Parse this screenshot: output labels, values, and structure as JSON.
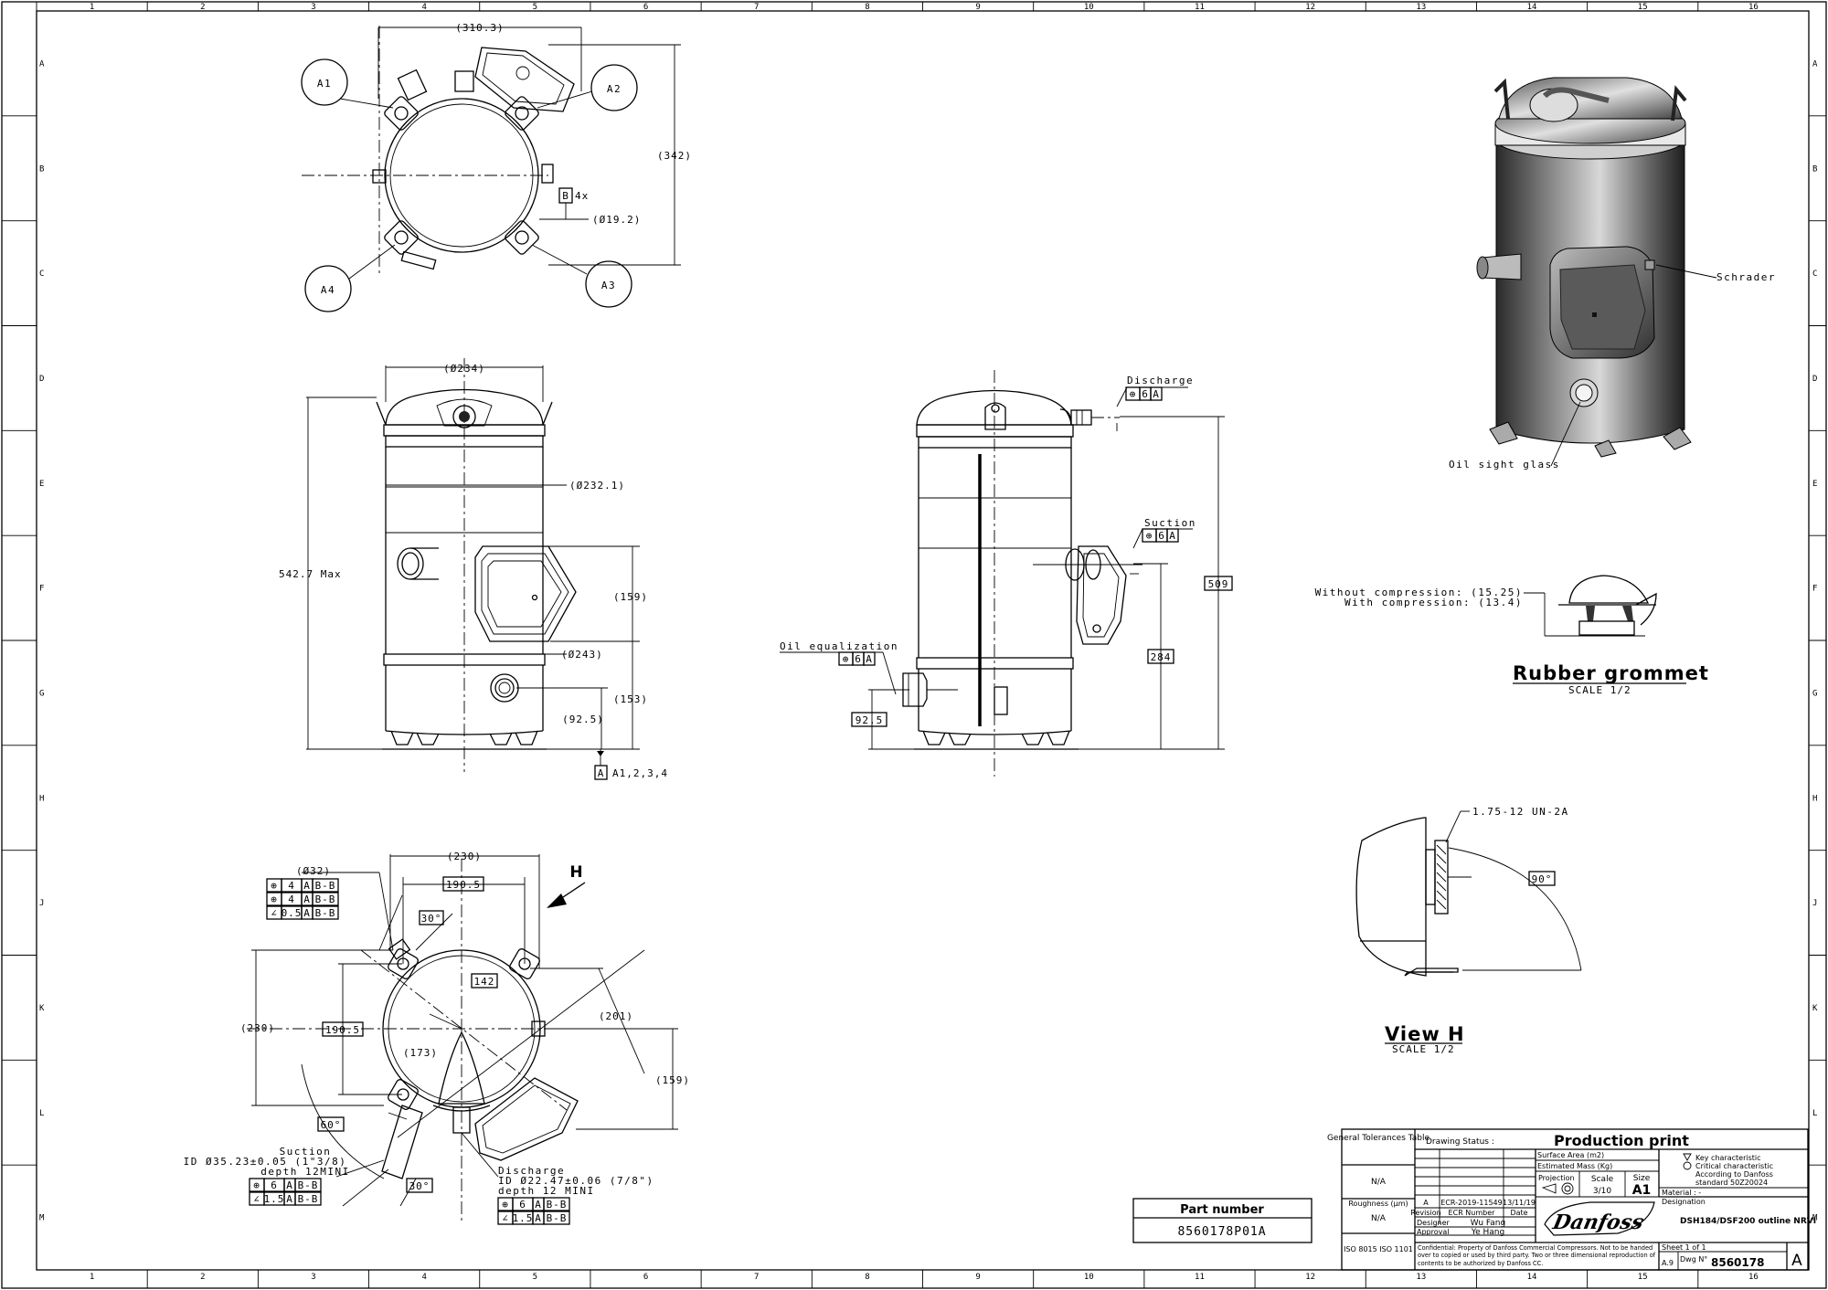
{
  "grid": {
    "columns": [
      "1",
      "2",
      "3",
      "4",
      "5",
      "6",
      "7",
      "8",
      "9",
      "10",
      "11",
      "12",
      "13",
      "14",
      "15",
      "16"
    ],
    "rows": [
      "A",
      "B",
      "C",
      "D",
      "E",
      "F",
      "G",
      "H",
      "J",
      "K",
      "L",
      "M"
    ]
  },
  "top_view": {
    "width_dim": "(310.3)",
    "height_dim": "(342)",
    "hole_dim": "(Ø19.2)",
    "datum_b": "B",
    "datum_b_count": "4x",
    "bubbles": [
      "A1",
      "A2",
      "A3",
      "A4"
    ]
  },
  "front_view": {
    "top_dia": "(Ø234)",
    "body_dia": "(Ø232.1)",
    "base_dia": "(Ø243)",
    "height_max": "542.7 Max",
    "dim_159": "(159)",
    "dim_153": "(153)",
    "dim_92_5": "(92.5)",
    "datum_a": "A",
    "datum_a_ref": "A1,2,3,4"
  },
  "side_view": {
    "discharge_label": "Discharge",
    "discharge_tol": [
      "⊕",
      "6",
      "A"
    ],
    "suction_label": "Suction",
    "suction_tol": [
      "⊕",
      "6",
      "A"
    ],
    "oil_label": "Oil equalization",
    "oil_tol": [
      "⊕",
      "6",
      "A"
    ],
    "dim_509": "509",
    "dim_284": "284",
    "dim_92_5": "92.5"
  },
  "bottom_view": {
    "dim_230_top": "(230)",
    "dim_190_5_top": "190.5",
    "dim_230_left": "(230)",
    "dim_190_5_left": "190.5",
    "dim_142": "142",
    "dim_173": "(173)",
    "dim_201": "(201)",
    "dim_159": "(159)",
    "angle_30_top": "30°",
    "angle_60": "60°",
    "angle_30_bottom": "30°",
    "dia_32": "(Ø32)",
    "tol_rows_top": [
      [
        "⊕",
        "4",
        "A",
        "B-B"
      ],
      [
        "⊕",
        "4",
        "A",
        "B-B"
      ],
      [
        "∠",
        "0.5",
        "A",
        "B-B"
      ]
    ],
    "view_arrow": "H",
    "suction_lines": [
      "Suction",
      "ID Ø35.23±0.05 (1\"3/8)",
      "depth 12MINI"
    ],
    "suction_tol": [
      [
        "⊕",
        "6",
        "A",
        "B-B"
      ],
      [
        "∠",
        "1.5",
        "A",
        "B-B"
      ]
    ],
    "discharge_lines": [
      "Discharge",
      "ID Ø22.47±0.06 (7/8\")",
      "depth 12 MINI"
    ],
    "discharge_tol": [
      [
        "⊕",
        "6",
        "A",
        "B-B"
      ],
      [
        "∠",
        "1.5",
        "A",
        "B-B"
      ]
    ]
  },
  "iso_view": {
    "schrader": "Schrader",
    "oil_sight": "Oil sight glass"
  },
  "grommet": {
    "without": "Without compression: (15.25)",
    "with": "With compression: (13.4)",
    "title": "Rubber grommet",
    "scale": "SCALE 1/2"
  },
  "view_h": {
    "thread": "1.75-12 UN-2A",
    "angle": "90°",
    "title": "View H",
    "scale": "SCALE 1/2"
  },
  "part_number": {
    "label": "Part number",
    "value": "8560178P01A"
  },
  "title_block": {
    "general_tolerances": "General Tolerances Table",
    "na1": "N/A",
    "roughness": "Roughness (µm)",
    "na2": "N/A",
    "iso": "ISO 8015  ISO 1101",
    "drawing_status_label": "Drawing Status :",
    "drawing_status": "Production print",
    "surface_area": "Surface Area (m2)",
    "estimated_mass": "Estimated Mass (Kg)",
    "projection": "Projection",
    "scale_label": "Scale",
    "scale": "3/10",
    "size_label": "Size",
    "size": "A1",
    "key_char": "Key characteristic",
    "crit_char": "Critical characteristic",
    "according": "According to Danfoss",
    "standard": "standard 50Z20024",
    "material": "Material : -",
    "rev": "A",
    "ecr": "ECR-2019-11549",
    "date": "13/11/19",
    "revision_label": "Revision",
    "ecr_label": "ECR Number",
    "date_label": "Date",
    "designer_label": "Designer",
    "designer": "Wu Fang",
    "approval_label": "Approval",
    "approval": "Ye Hang",
    "brand": "Danfoss",
    "designation_label": "Designation",
    "designation": "DSH184/DSF200 outline NRVI",
    "confidential": "Confidential: Property of Danfoss Commercial Compressors. Not to be handed over to copied or used by third party. Two or three dimensional reproduction of contents to be authorized by Danfoss CC.",
    "sheet": "Sheet 1 of 1",
    "format": "A.9",
    "dwg_label": "Dwg N°",
    "dwg_no": "8560178",
    "rev_letter": "A"
  }
}
